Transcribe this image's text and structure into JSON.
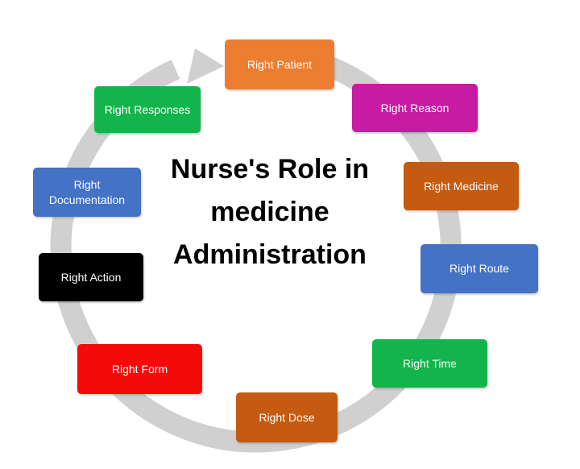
{
  "title_lines": [
    "Nurse's Role in",
    "medicine",
    "Administration"
  ],
  "steps": [
    {
      "label": "Right Patient",
      "color": "#ED7D31"
    },
    {
      "label": "Right Reason",
      "color": "#C71BA2"
    },
    {
      "label": "Right Medicine",
      "color": "#C55A11"
    },
    {
      "label": "Right Route",
      "color": "#4472C4"
    },
    {
      "label": "Right Time",
      "color": "#13B44B"
    },
    {
      "label": "Right Dose",
      "color": "#C55A11"
    },
    {
      "label": "Right Form",
      "color": "#F50A0A"
    },
    {
      "label": "Right Action",
      "color": "#000000"
    },
    {
      "label": "Right Documentation",
      "color": "#4472C4"
    },
    {
      "label": "Right Responses",
      "color": "#13B44B"
    }
  ],
  "ring_color": "#D0D0D0"
}
